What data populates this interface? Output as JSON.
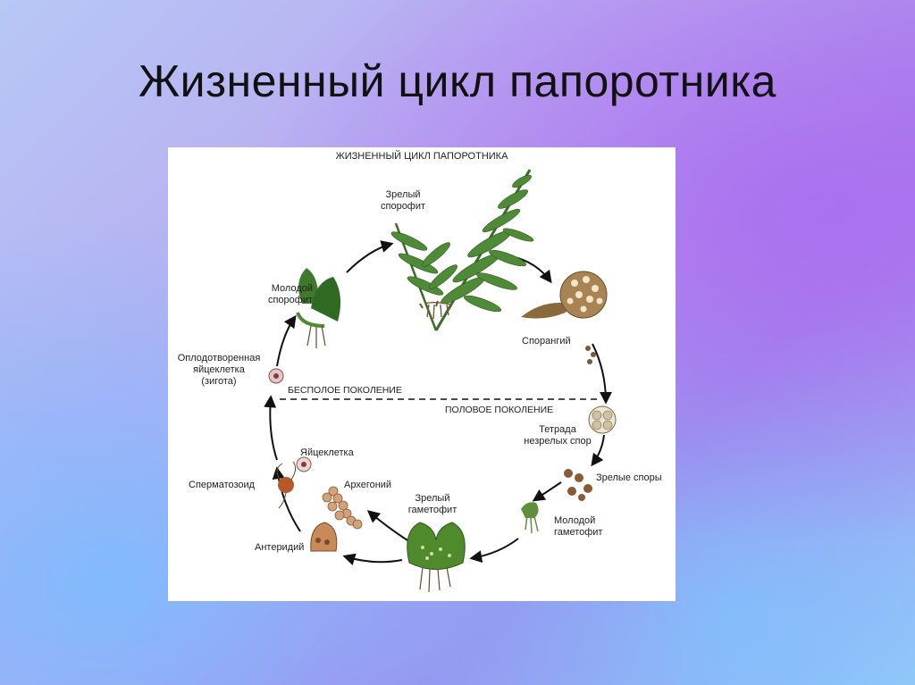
{
  "slide": {
    "title": "Жизненный цикл папоротника"
  },
  "figure": {
    "title": "ЖИЗНЕННЫЙ ЦИКЛ ПАПОРОТНИКА",
    "divider": {
      "upper": "БЕСПОЛОЕ ПОКОЛЕНИЕ",
      "lower": "ПОЛОВОЕ ПОКОЛЕНИЕ"
    },
    "stages": {
      "mature_sporophyte": [
        "Зрелый",
        "спорофит"
      ],
      "sporangium": "Спорангий",
      "tetrad": [
        "Тетрада",
        "незрелых спор"
      ],
      "mature_spores": "Зрелые споры",
      "young_gametophyte": [
        "Молодой",
        "гаметофит"
      ],
      "mature_gametophyte": [
        "Зрелый",
        "гаметофит"
      ],
      "archegonium": "Архегоний",
      "egg_cell": "Яйцеклетка",
      "spermatozoid": "Сперматозоид",
      "antheridium": "Антеридий",
      "zygote": [
        "Оплодотворенная",
        "яйцеклетка",
        "(зигота)"
      ],
      "young_sporophyte": [
        "Молодой",
        "спорофит"
      ]
    }
  }
}
